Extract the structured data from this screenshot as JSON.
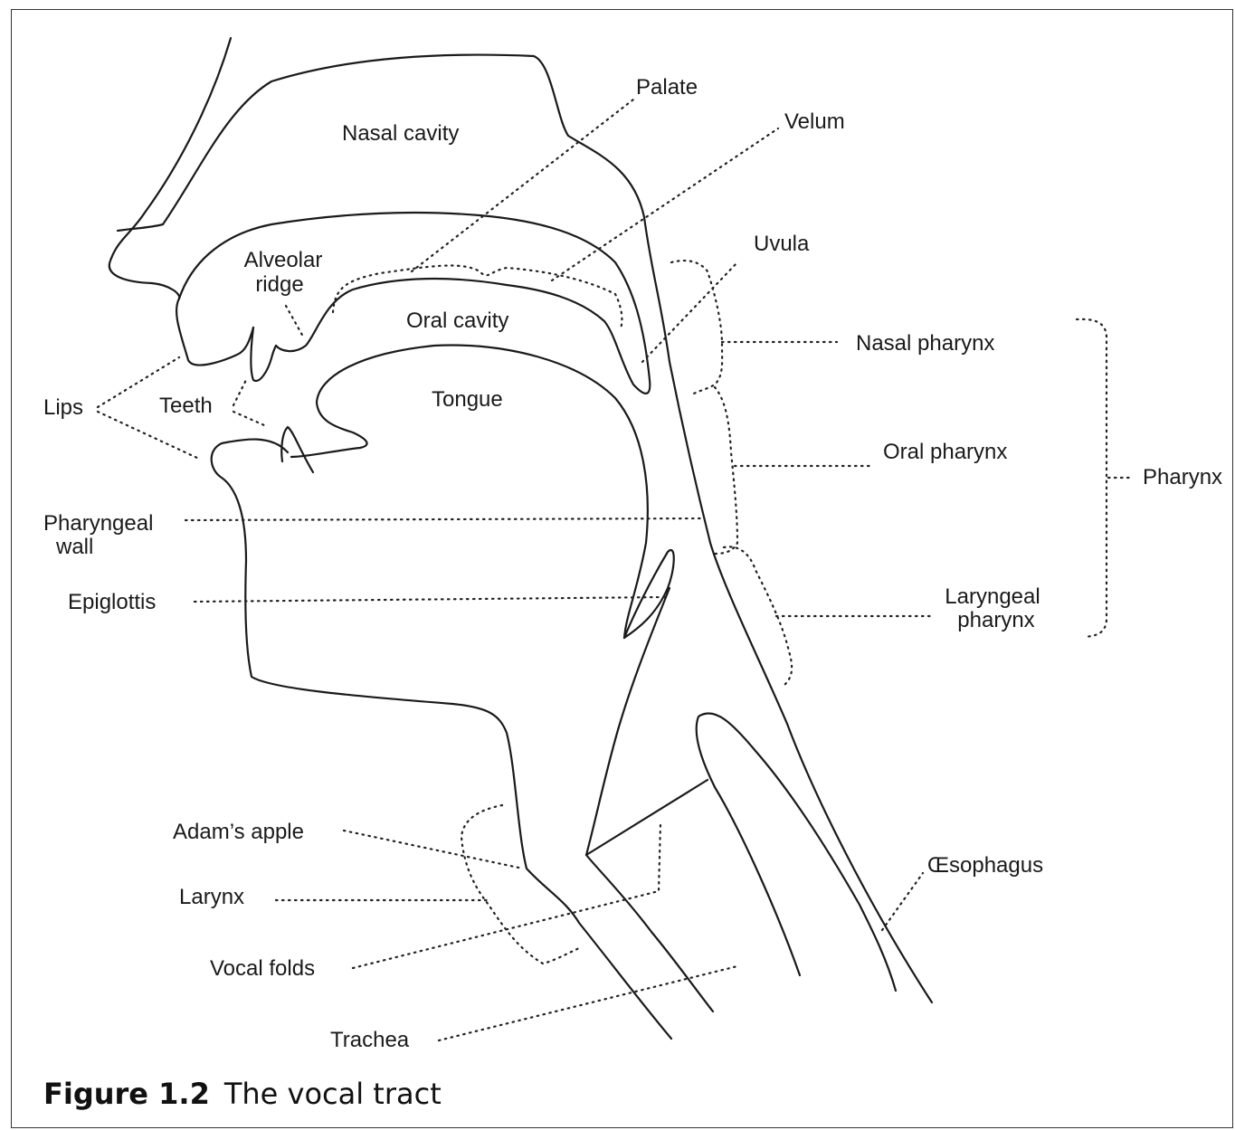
{
  "figure": {
    "number": "Figure 1.2",
    "title": "The vocal tract"
  },
  "labels": {
    "nasal_cavity": "Nasal cavity",
    "palate": "Palate",
    "velum": "Velum",
    "uvula": "Uvula",
    "alveolar_ridge_line1": "Alveolar",
    "alveolar_ridge_line2": "ridge",
    "oral_cavity": "Oral cavity",
    "tongue": "Tongue",
    "lips": "Lips",
    "teeth": "Teeth",
    "nasal_pharynx": "Nasal pharynx",
    "oral_pharynx": "Oral pharynx",
    "pharynx": "Pharynx",
    "pharyngeal_wall_line1": "Pharyngeal",
    "pharyngeal_wall_line2": "wall",
    "epiglottis": "Epiglottis",
    "laryngeal_pharynx_line1": "Laryngeal",
    "laryngeal_pharynx_line2": "pharynx",
    "adams_apple": "Adam’s apple",
    "larynx": "Larynx",
    "vocal_folds": "Vocal folds",
    "trachea": "Trachea",
    "oesophagus": "Œsophagus"
  }
}
